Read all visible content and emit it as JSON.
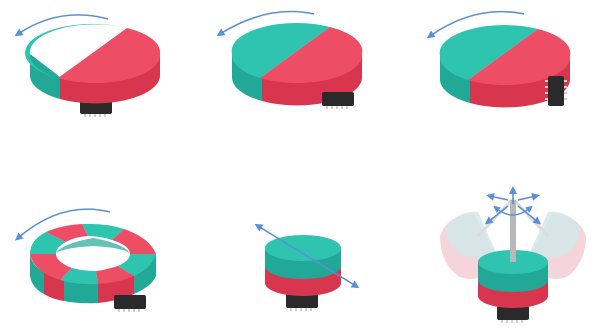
{
  "colors": {
    "teal_top": "#2ec4b0",
    "teal_side": "#22a897",
    "red_top": "#ee4d66",
    "red_side": "#d8364f",
    "arrow": "#5b8fd6",
    "chip_body": "#2a2a2a",
    "chip_pin": "#cfcfcf",
    "shaft": "#b8b8b8",
    "ghost_teal": "#cfe9e8",
    "ghost_red": "#f2c6cd"
  },
  "figures": [
    {
      "variant": "diametric-disc-rotation",
      "chip": "below"
    },
    {
      "variant": "diametric-disc-rotation",
      "chip": "side-offset"
    },
    {
      "variant": "diametric-disc-rotation",
      "chip": "side-vertical"
    },
    {
      "variant": "multipole-ring-rotation",
      "chip": "below-offset"
    },
    {
      "variant": "axial-disc-linear",
      "chip": "below"
    },
    {
      "variant": "axial-disc-tilt-joystick",
      "chip": "below"
    }
  ]
}
